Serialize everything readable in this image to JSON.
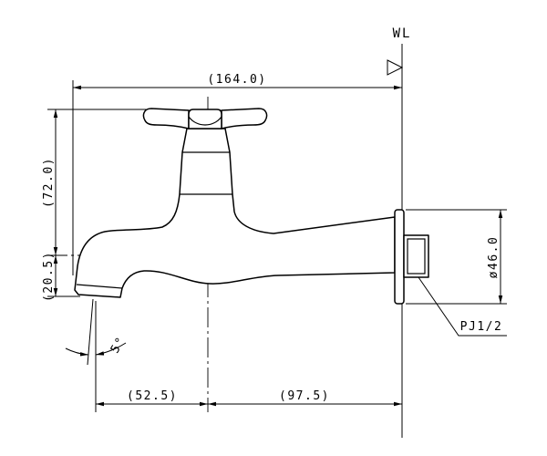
{
  "colors": {
    "line": "#000000",
    "background": "#ffffff"
  },
  "drawing": {
    "wall_label": "WL",
    "dimensions": {
      "overall_length": "(164.0)",
      "handle_height": "(72.0)",
      "nozzle_drop": "(20.5)",
      "nozzle_to_center": "(52.5)",
      "center_to_wall": "(97.5)",
      "flange_diameter": "ø46.0"
    },
    "nozzle_angle": "5°",
    "thread_callout": "PJ1/2"
  }
}
